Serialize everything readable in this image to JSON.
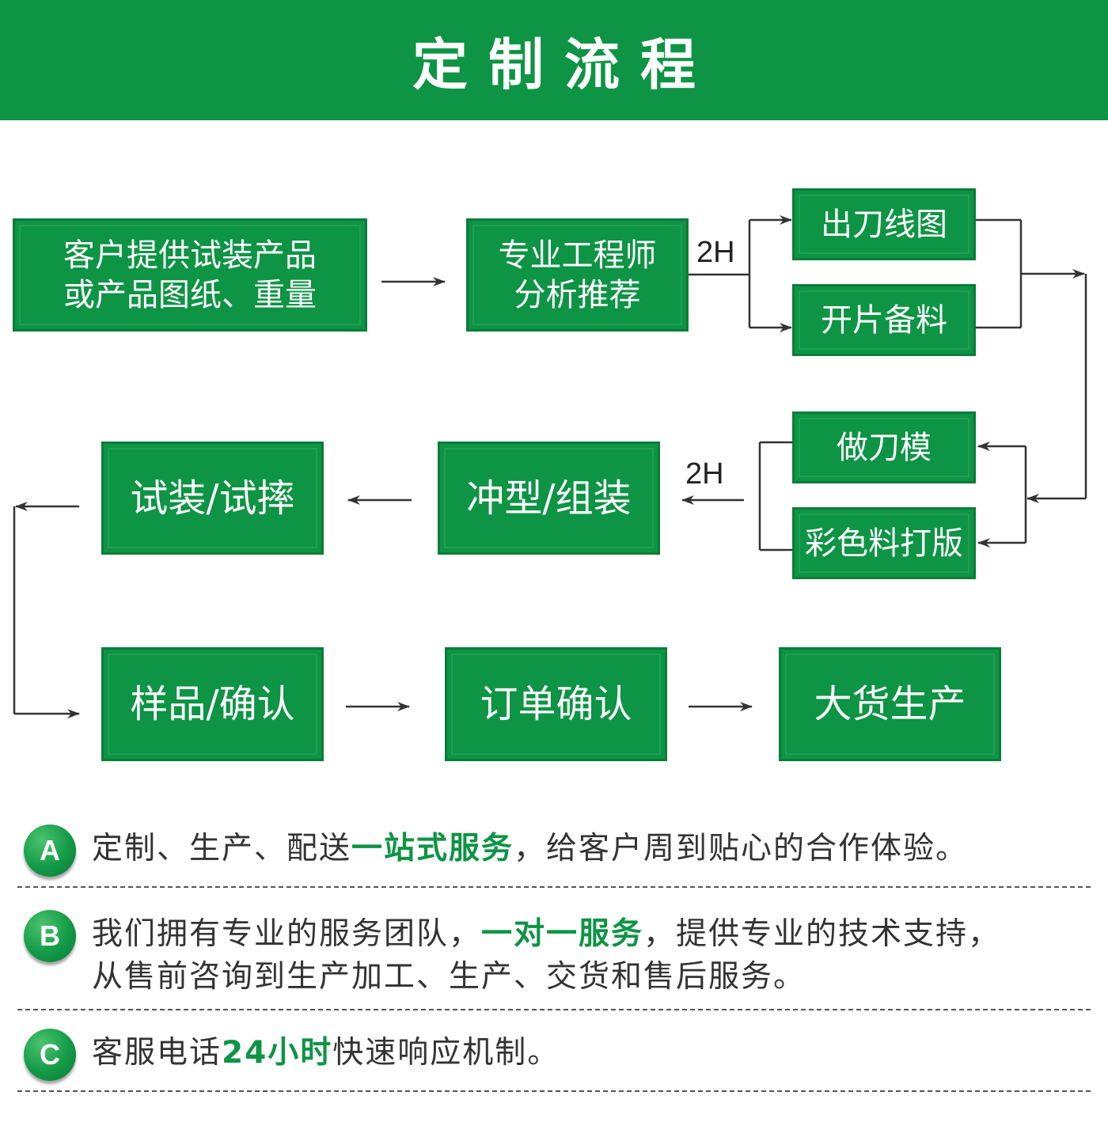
{
  "header": {
    "title": "定制流程"
  },
  "flow": {
    "step1": [
      "客户提供试装产品",
      "或产品图纸、重量"
    ],
    "step2": [
      "专业工程师",
      "分析推荐"
    ],
    "step3a": "出刀线图",
    "step3b": "开片备料",
    "step4a": "做刀模",
    "step4b": "彩色料打版",
    "step5": "冲型/组装",
    "step6": "试装/试摔",
    "step7": "样品/确认",
    "step8": "订单确认",
    "step9": "大货生产",
    "time_label_1": "2H",
    "time_label_2": "2H"
  },
  "notes": [
    {
      "badge": "A",
      "before": "定制、生产、配送",
      "highlight": "一站式服务",
      "after": "，给客户周到贴心的合作体验。"
    },
    {
      "badge": "B",
      "before": "我们拥有专业的服务团队，",
      "highlight": "一对一服务",
      "after": "，提供专业的技术支持，",
      "line2": "从售前咨询到生产加工、生产、交货和售后服务。"
    },
    {
      "badge": "C",
      "before": "客服电话",
      "highlight": "24小时",
      "after": "快速响应机制。"
    }
  ],
  "colors": {
    "green": "#0d9444",
    "dark_green": "#0a7d39",
    "text": "#333333"
  }
}
